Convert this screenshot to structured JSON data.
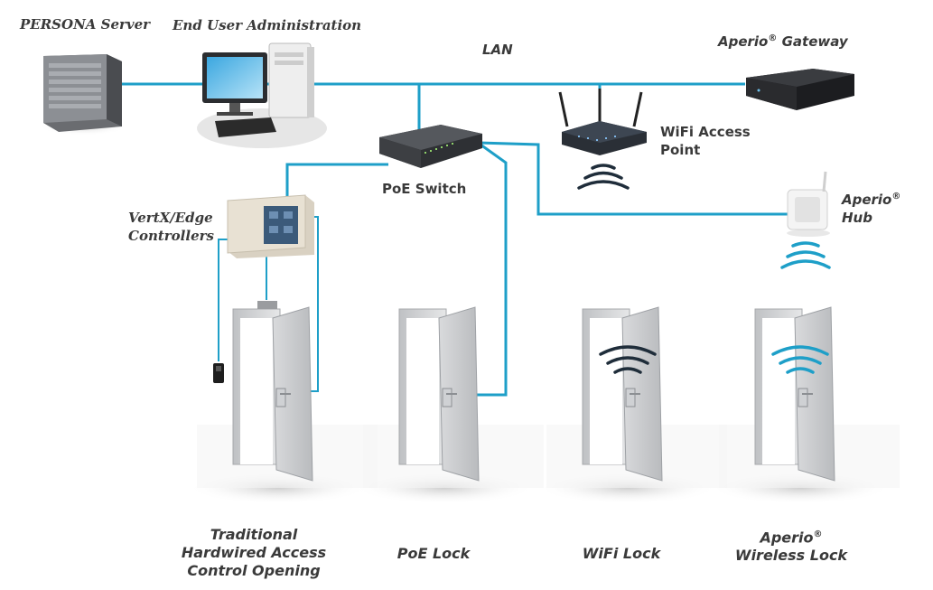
{
  "labels": {
    "persona_server": "PERSONA Server",
    "end_user_admin": "End User Administration",
    "lan": "LAN",
    "aperio_gateway": "Aperio",
    "aperio_gateway_suffix": "Gateway",
    "wifi_ap_line1": "WiFi Access",
    "wifi_ap_line2": "Point",
    "poe_switch": "PoE Switch",
    "aperio_hub_line1": "Aperio",
    "aperio_hub_line2": "Hub",
    "vertx_line1": "VertX/Edge",
    "vertx_line2": "Controllers",
    "registered": "®"
  },
  "captions": {
    "traditional_line1": "Traditional",
    "traditional_line2": "Hardwired Access",
    "traditional_line3": "Control Opening",
    "poe_lock": "PoE Lock",
    "wifi_lock": "WiFi Lock",
    "aperio_lock_line1": "Aperio",
    "aperio_lock_line2": "Wireless Lock"
  },
  "colors": {
    "network_line": "#1e9fc8",
    "text": "#3a3a3a",
    "wifi_wave_dark": "#1f2d3a",
    "wifi_wave_blue": "#1e9fc8"
  }
}
